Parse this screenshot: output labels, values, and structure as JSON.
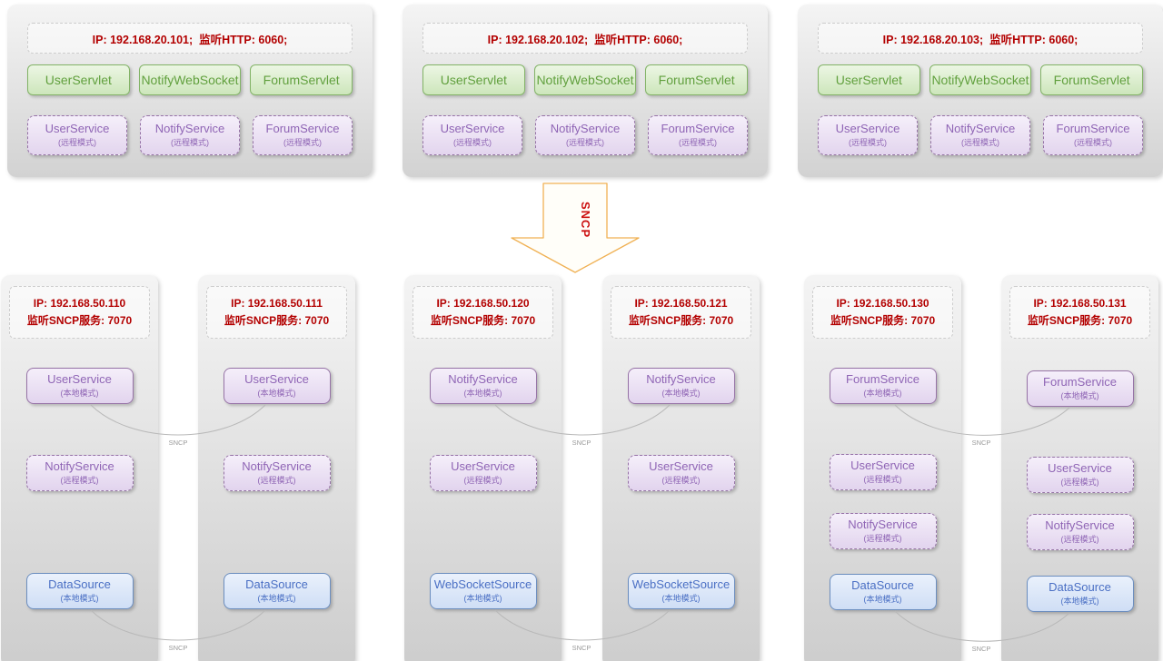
{
  "colors": {
    "ip_text_red": "#b30000",
    "green_border": "#82b366",
    "purple_border": "#9673a6",
    "blue_border": "#6c8ebf",
    "arrow_orange": "#f0b154",
    "connector_gray": "#b8b8b8"
  },
  "arrow_label": "SNCP",
  "connector_label": "SNCP",
  "top_servers": [
    {
      "ip": "IP: 192.168.20.101;  监听HTTP: 6060;",
      "servlets": [
        "UserServlet",
        "NotifyWebSocket",
        "ForumServlet"
      ],
      "services": [
        {
          "name": "UserService",
          "mode": "(远程模式)"
        },
        {
          "name": "NotifyService",
          "mode": "(远程模式)"
        },
        {
          "name": "ForumService",
          "mode": "(远程模式)"
        }
      ]
    },
    {
      "ip": "IP: 192.168.20.102;  监听HTTP: 6060;",
      "servlets": [
        "UserServlet",
        "NotifyWebSocket",
        "ForumServlet"
      ],
      "services": [
        {
          "name": "UserService",
          "mode": "(远程模式)"
        },
        {
          "name": "NotifyService",
          "mode": "(远程模式)"
        },
        {
          "name": "ForumService",
          "mode": "(远程模式)"
        }
      ]
    },
    {
      "ip": "IP: 192.168.20.103;  监听HTTP: 6060;",
      "servlets": [
        "UserServlet",
        "NotifyWebSocket",
        "ForumServlet"
      ],
      "services": [
        {
          "name": "UserService",
          "mode": "(远程模式)"
        },
        {
          "name": "NotifyService",
          "mode": "(远程模式)"
        },
        {
          "name": "ForumService",
          "mode": "(远程模式)"
        }
      ]
    }
  ],
  "bottom_servers": [
    {
      "ip_line1": "IP: 192.168.50.110",
      "ip_line2": "监听SNCP服务: 7070",
      "boxes": [
        {
          "name": "UserService",
          "mode": "(本地模式)"
        },
        {
          "name": "NotifyService",
          "mode": "(远程模式)"
        },
        {
          "name": "DataSource",
          "mode": "(本地模式)"
        }
      ]
    },
    {
      "ip_line1": "IP: 192.168.50.111",
      "ip_line2": "监听SNCP服务: 7070",
      "boxes": [
        {
          "name": "UserService",
          "mode": "(本地模式)"
        },
        {
          "name": "NotifyService",
          "mode": "(远程模式)"
        },
        {
          "name": "DataSource",
          "mode": "(本地模式)"
        }
      ]
    },
    {
      "ip_line1": "IP: 192.168.50.120",
      "ip_line2": "监听SNCP服务: 7070",
      "boxes": [
        {
          "name": "NotifyService",
          "mode": "(本地模式)"
        },
        {
          "name": "UserService",
          "mode": "(远程模式)"
        },
        {
          "name": "WebSocketSource",
          "mode": "(本地模式)"
        }
      ]
    },
    {
      "ip_line1": "IP: 192.168.50.121",
      "ip_line2": "监听SNCP服务: 7070",
      "boxes": [
        {
          "name": "NotifyService",
          "mode": "(本地模式)"
        },
        {
          "name": "UserService",
          "mode": "(远程模式)"
        },
        {
          "name": "WebSocketSource",
          "mode": "(本地模式)"
        }
      ]
    },
    {
      "ip_line1": "IP: 192.168.50.130",
      "ip_line2": "监听SNCP服务: 7070",
      "boxes": [
        {
          "name": "ForumService",
          "mode": "(本地模式)"
        },
        {
          "name": "UserService",
          "mode": "(远程模式)"
        },
        {
          "name": "NotifyService",
          "mode": "(远程模式)"
        },
        {
          "name": "DataSource",
          "mode": "(本地模式)"
        }
      ]
    },
    {
      "ip_line1": "IP: 192.168.50.131",
      "ip_line2": "监听SNCP服务: 7070",
      "boxes": [
        {
          "name": "ForumService",
          "mode": "(本地模式)"
        },
        {
          "name": "UserService",
          "mode": "(远程模式)"
        },
        {
          "name": "NotifyService",
          "mode": "(远程模式)"
        },
        {
          "name": "DataSource",
          "mode": "(本地模式)"
        }
      ]
    }
  ]
}
